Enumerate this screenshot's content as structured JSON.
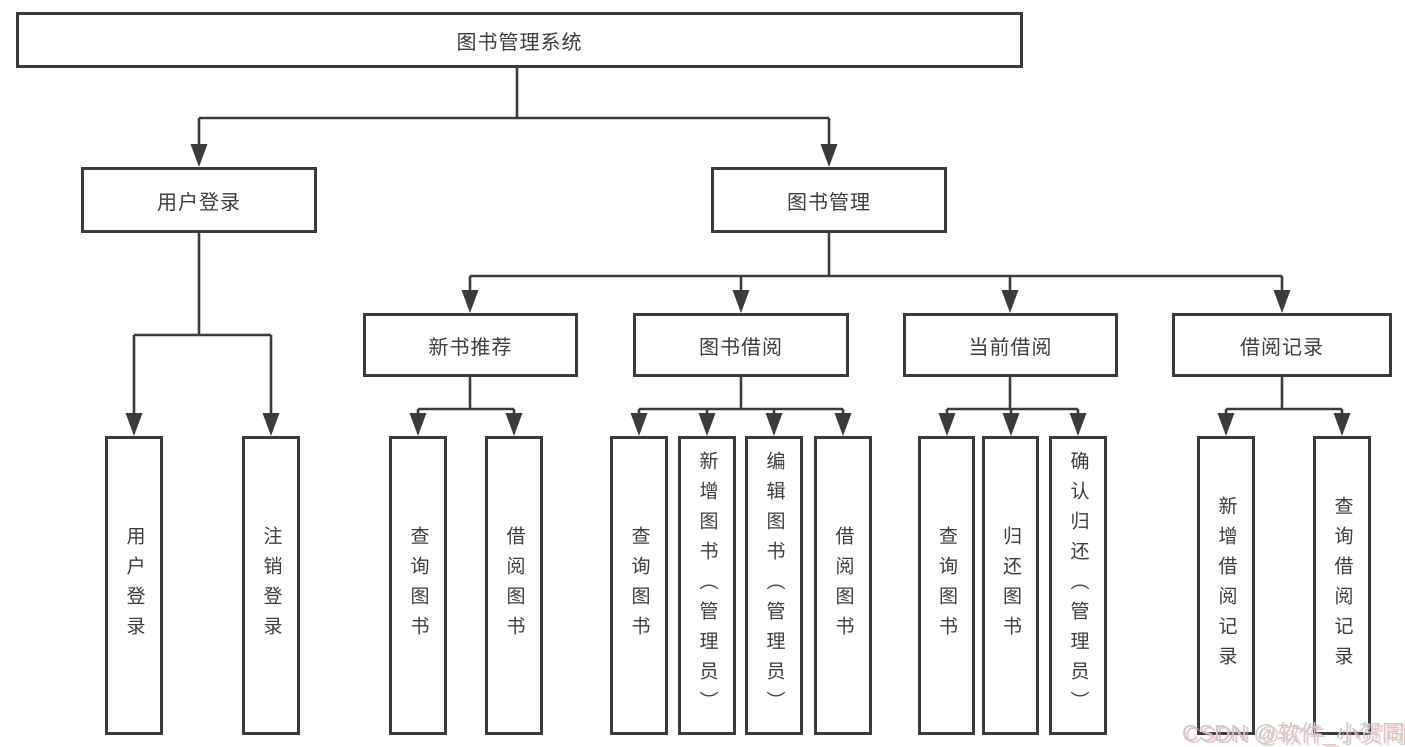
{
  "colors": {
    "line": "#3b3b3b",
    "text": "#3d3d3d",
    "background": "#ffffff",
    "watermark_gray": "#cbcbcb",
    "watermark_red": "#e89494"
  },
  "watermark": {
    "text": "CSDN @软件_小贺同学"
  },
  "diagram": {
    "root": {
      "label": "图书管理系统"
    },
    "children": [
      {
        "label": "用户登录",
        "children": [
          {
            "label": "用户登录"
          },
          {
            "label": "注销登录"
          }
        ]
      },
      {
        "label": "图书管理",
        "children": [
          {
            "label": "新书推荐",
            "children": [
              {
                "label": "查询图书"
              },
              {
                "label": "借阅图书"
              }
            ]
          },
          {
            "label": "图书借阅",
            "children": [
              {
                "label": "查询图书"
              },
              {
                "label": "新增图书（管理员）"
              },
              {
                "label": "编辑图书（管理员）"
              },
              {
                "label": "借阅图书"
              }
            ]
          },
          {
            "label": "当前借阅",
            "children": [
              {
                "label": "查询图书"
              },
              {
                "label": "归还图书"
              },
              {
                "label": "确认归还（管理员）"
              }
            ]
          },
          {
            "label": "借阅记录",
            "children": [
              {
                "label": "新增借阅记录"
              },
              {
                "label": "查询借阅记录"
              }
            ]
          }
        ]
      }
    ]
  }
}
